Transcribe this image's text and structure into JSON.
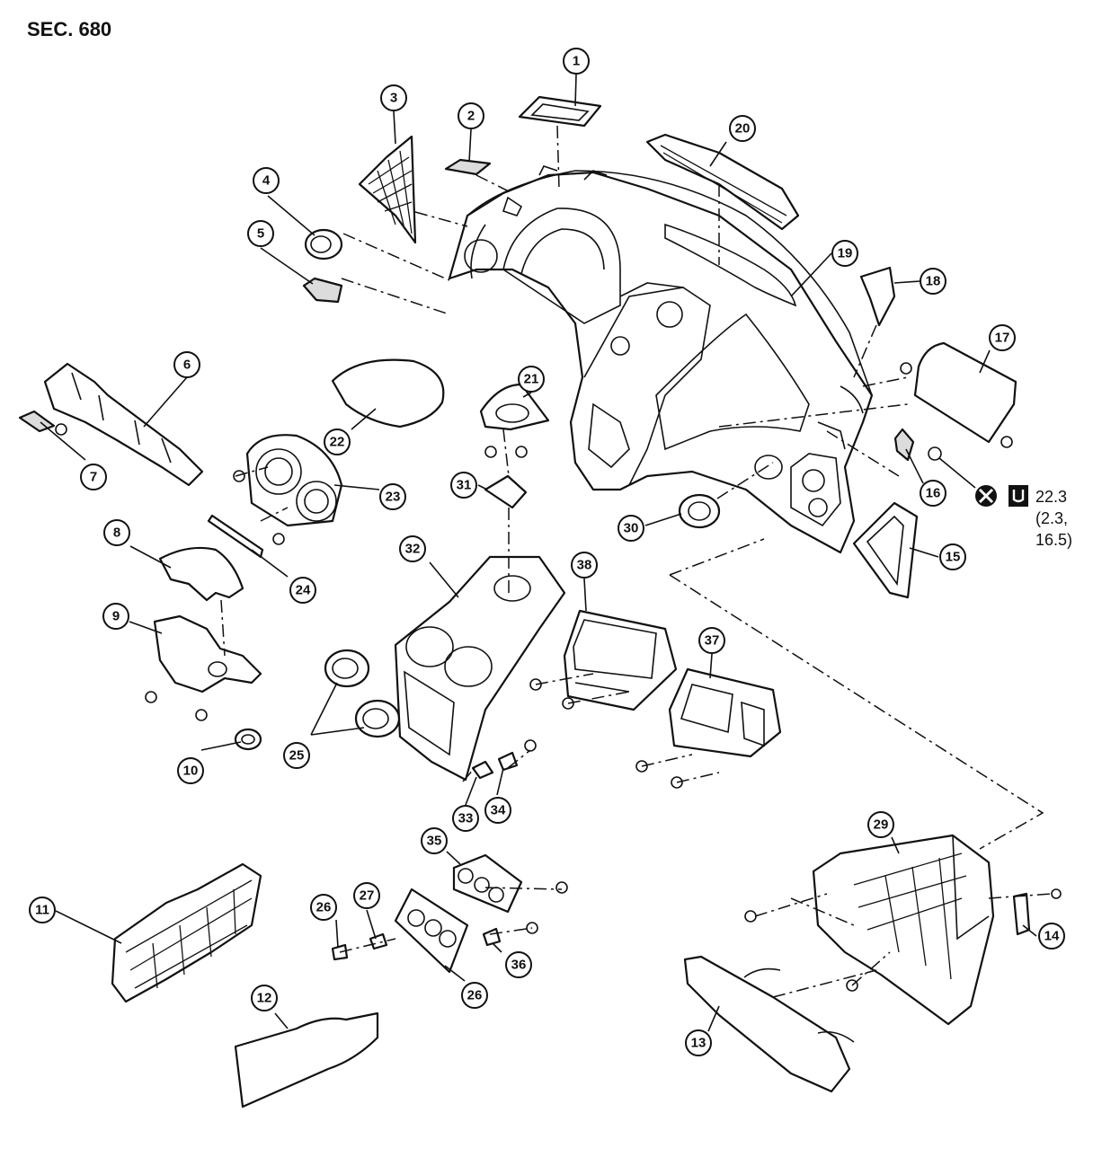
{
  "section": "SEC. 680",
  "callouts": [
    {
      "id": "1",
      "label": "1"
    },
    {
      "id": "2",
      "label": "2"
    },
    {
      "id": "3",
      "label": "3"
    },
    {
      "id": "4",
      "label": "4"
    },
    {
      "id": "5",
      "label": "5"
    },
    {
      "id": "6",
      "label": "6"
    },
    {
      "id": "7",
      "label": "7"
    },
    {
      "id": "8",
      "label": "8"
    },
    {
      "id": "9",
      "label": "9"
    },
    {
      "id": "10",
      "label": "10"
    },
    {
      "id": "11",
      "label": "11"
    },
    {
      "id": "12",
      "label": "12"
    },
    {
      "id": "13",
      "label": "13"
    },
    {
      "id": "14",
      "label": "14"
    },
    {
      "id": "15",
      "label": "15"
    },
    {
      "id": "16",
      "label": "16"
    },
    {
      "id": "17",
      "label": "17"
    },
    {
      "id": "18",
      "label": "18"
    },
    {
      "id": "19",
      "label": "19"
    },
    {
      "id": "20",
      "label": "20"
    },
    {
      "id": "21",
      "label": "21"
    },
    {
      "id": "22",
      "label": "22"
    },
    {
      "id": "23",
      "label": "23"
    },
    {
      "id": "24",
      "label": "24"
    },
    {
      "id": "25",
      "label": "25"
    },
    {
      "id": "26",
      "label": "26"
    },
    {
      "id": "26b",
      "label": "26"
    },
    {
      "id": "27",
      "label": "27"
    },
    {
      "id": "29",
      "label": "29"
    },
    {
      "id": "30",
      "label": "30"
    },
    {
      "id": "31",
      "label": "31"
    },
    {
      "id": "32",
      "label": "32"
    },
    {
      "id": "33",
      "label": "33"
    },
    {
      "id": "34",
      "label": "34"
    },
    {
      "id": "35",
      "label": "35"
    },
    {
      "id": "36",
      "label": "36"
    },
    {
      "id": "37",
      "label": "37"
    },
    {
      "id": "38",
      "label": "38"
    }
  ],
  "torque": {
    "line1": "22.3",
    "line2": "(2.3,",
    "line3": "16.5)"
  }
}
